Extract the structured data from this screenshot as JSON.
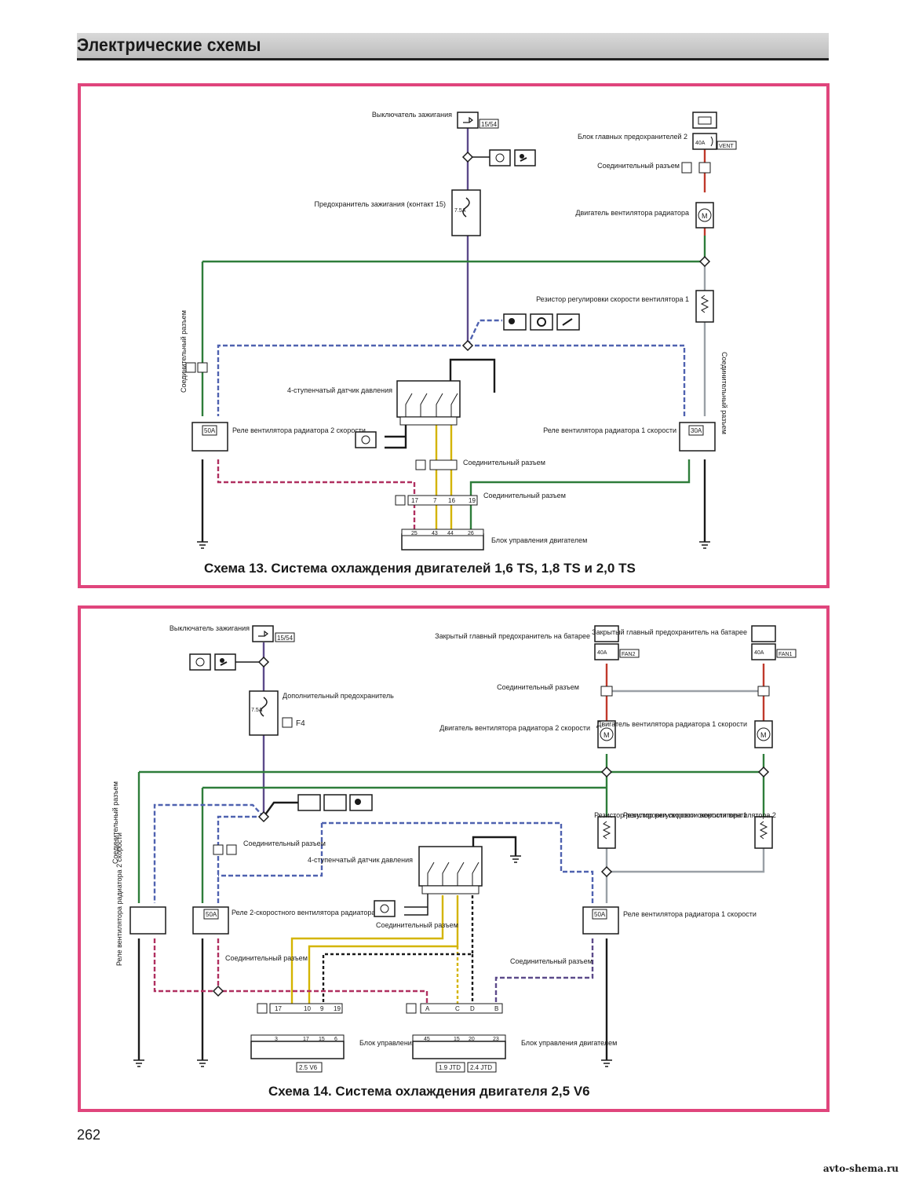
{
  "header": {
    "title": "Электрические схемы"
  },
  "page_number": "262",
  "watermark": "avto-shema.ru",
  "colors": {
    "panel_border": "#e0457c",
    "wire_green": "#2e7d3a",
    "wire_red": "#c0392b",
    "wire_violet": "#5c4a8a",
    "wire_yellow": "#d4b400",
    "wire_black": "#1a1a1a"
  },
  "scheme13": {
    "caption": "Схема 13. Система охлаждения двигателей 1,6 TS, 1,8 TS и 2,0 TS",
    "ignition_switch": "Выключатель зажигания",
    "ign_pin": "15/54",
    "fuse_ign": "Предохранитель зажигания (контакт 15)",
    "fuse_ign_rating": "7.5A",
    "main_fuse_block": "Блок главных предохранителей 2",
    "main_fuse_rating": "40A",
    "main_fuse_tag": "VENT",
    "conn_label": "Соединительный разъем",
    "fan_motor": "Двигатель вентилятора радиатора",
    "resistor": "Резистор регулировки скорости вентилятора 1",
    "relay2": "Реле вентилятора радиатора 2 скорости",
    "relay1": "Реле вентилятора радиатора 1 скорости",
    "relay2_rating": "50A",
    "relay1_rating": "30A",
    "pressure_switch": "4-ступенчатый датчик давления",
    "ecu": "Блок управления двигателем",
    "conn_a_pins": [
      "17",
      "7",
      "16",
      "19"
    ],
    "ecu_pins": [
      "25",
      "43",
      "44",
      "26"
    ]
  },
  "scheme14": {
    "caption": "Схема 14. Система охлаждения двигателя 2,5 V6",
    "ignition_switch": "Выключатель зажигания",
    "ign_pin": "15/54",
    "aux_fuse": "Дополнительный предохранитель",
    "aux_fuse_rating": "7.5A",
    "aux_fuse_id": "F4",
    "closed_fuse_1": "Закрытый главный предохранитель на батарее",
    "closed_fuse_2": "Закрытый главный предохранитель на батарее",
    "fuse_rating": "40A",
    "fan2_tag": "FAN2",
    "fan1_tag": "FAN1",
    "conn_label": "Соединительный разъем",
    "fan_motor_2": "Двигатель вентилятора радиатора 2 скорости",
    "fan_motor_1": "Двигатель вентилятора радиатора 1 скорости",
    "resistor_2": "Резистор регулировки скорости вентилятора 2",
    "resistor_1": "Резистор регулировки скорости вентилятора 1",
    "relay_left": "Реле вентилятора радиатора 2 скорости",
    "relay_mid": "Реле 2-скоростного вентилятора радиатора",
    "relay_right": "Реле вентилятора радиатора 1 скорости",
    "relay_rating": "50A",
    "pressure_switch": "4-ступенчатый датчик давления",
    "ecu": "Блок управления двигателем",
    "ecu_tag_left": "2.5 V6",
    "ecu_tag_mid": "1.9 JTD",
    "ecu_tag_right": "2.4 JTD",
    "conn_a_pins": [
      "17",
      "10",
      "9",
      "19"
    ],
    "conn_b_pins": [
      "A",
      "C",
      "D",
      "B"
    ],
    "ecu_left_pins": [
      "3",
      "17",
      "15",
      "6"
    ],
    "ecu_right_pins": [
      "45",
      "15",
      "20",
      "23"
    ]
  }
}
